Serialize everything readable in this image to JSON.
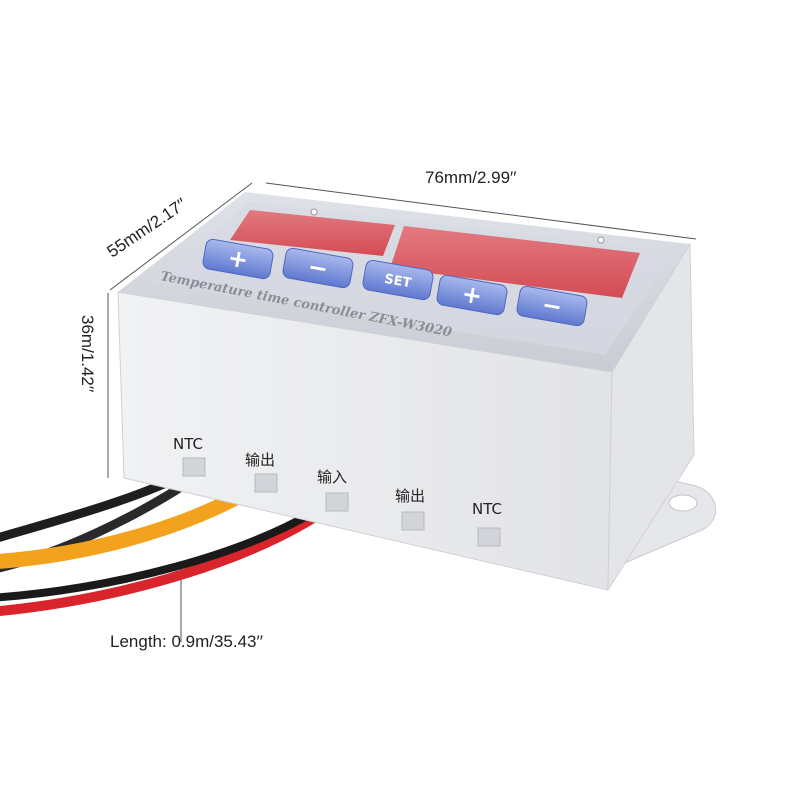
{
  "dimensions": {
    "width": "76mm/2.99′′",
    "depth": "55mm/2.17′′",
    "height": "36m/1.42′′",
    "cable_length": "Length: 0.9m/35.43′′"
  },
  "device": {
    "panel_label": "Temperature time controller ZFX-W3020",
    "buttons": [
      "+",
      "−",
      "SET",
      "+",
      "−"
    ],
    "ports": [
      "NTC",
      "输出",
      "输入",
      "输出",
      "NTC"
    ]
  },
  "colors": {
    "body": "#ecedef",
    "display": "#d9515a",
    "button": "#6f88d6",
    "wire_black": "#1e1e1e",
    "wire_yellow": "#f3a21d",
    "wire_red": "#d8242a"
  }
}
